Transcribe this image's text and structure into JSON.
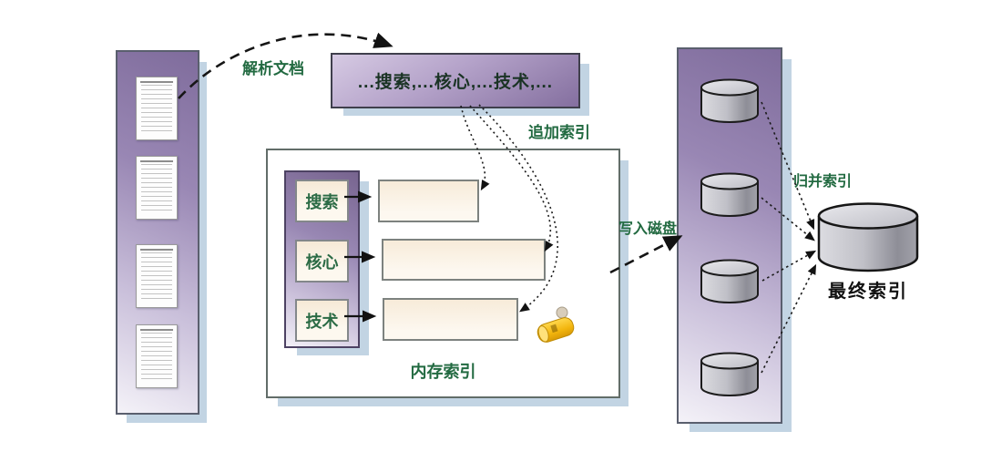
{
  "diagram": {
    "title_hint": "inverted-index build pipeline",
    "labels": {
      "parse_docs": "解析文档",
      "append_index": "追加索引",
      "write_disk": "写入磁盘",
      "merge_index": "归并索引"
    },
    "phrase_box": {
      "text": "...搜索,...核心,...技术,..."
    },
    "memory_index": {
      "title": "内存索引",
      "terms": [
        "搜索",
        "核心",
        "技术"
      ]
    },
    "final_index": {
      "label": "最终索引"
    },
    "source_documents": {
      "count": 4
    },
    "disk_segments": {
      "count": 4
    },
    "icons": {
      "document": "document-icon",
      "disk_segment": "disk-cylinder-icon",
      "final_index": "final-index-cylinder-icon",
      "memory_marker": "yellow-barrel-icon"
    },
    "colors": {
      "label_green": "#226a41",
      "phrase_text_green": "#1a3324",
      "panel_purple_dark": "#7f6c9c",
      "panel_purple_light": "#f4f2f8",
      "cream_fill": "#f7ebd9",
      "shadow_blue": "#c2d4e3",
      "cylinder_gray": "#b4b4bc",
      "arrow_black": "#161616"
    }
  }
}
